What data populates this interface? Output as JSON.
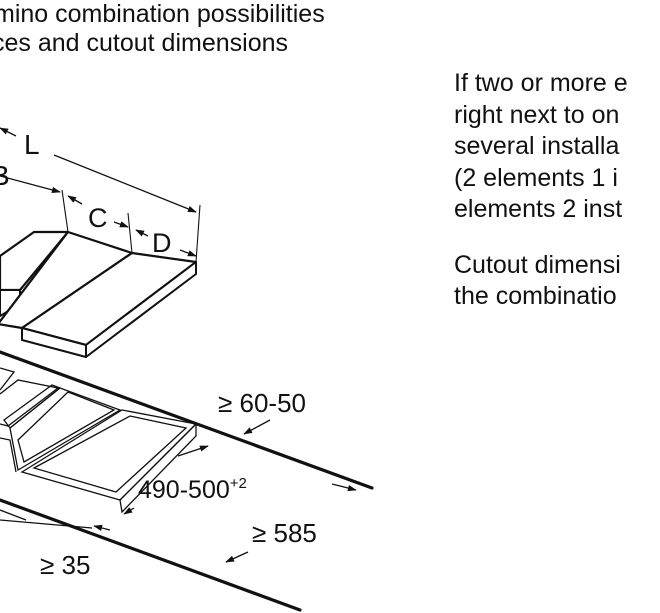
{
  "heading": {
    "line1": "mino combination possibilities",
    "line2": "ces and cutout dimensions"
  },
  "note": {
    "para1": [
      "If two or more e",
      "right next to on",
      "several installa",
      "(2 elements 1 i",
      "elements 2 inst"
    ],
    "para2": [
      "Cutout dimensi",
      "the combinatio"
    ]
  },
  "drawing": {
    "labels": {
      "L": "L",
      "B": "B",
      "C": "C",
      "D": "D",
      "rear_gap": "≥ 60-50",
      "cutout_depth": "490-500",
      "cutout_depth_tol": "+2",
      "worktop_depth": "≥ 585",
      "front_gap": "≥ 35"
    }
  }
}
